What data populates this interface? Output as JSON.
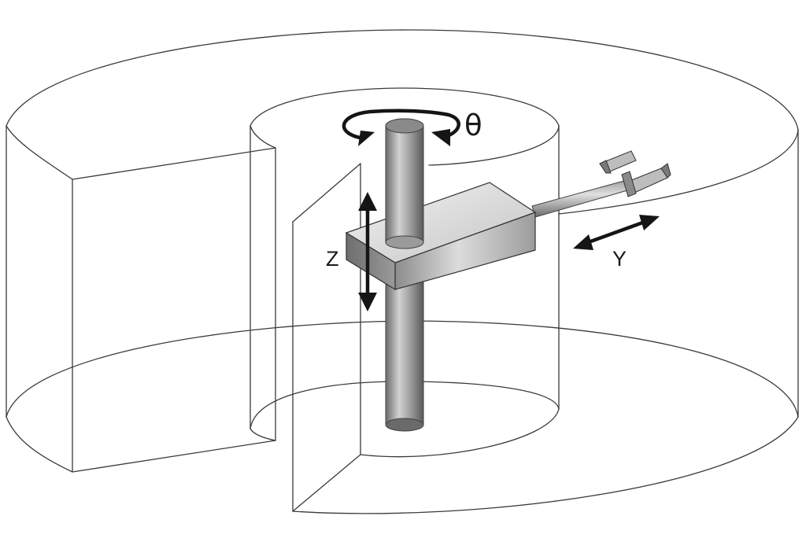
{
  "labels": {
    "theta": "θ",
    "z": "Z",
    "y": "Y"
  },
  "colors": {
    "outline": "#3a3a3a",
    "arrow": "#151515",
    "metal_dark": "#6e6e6e",
    "metal_light": "#e8e8e8"
  }
}
